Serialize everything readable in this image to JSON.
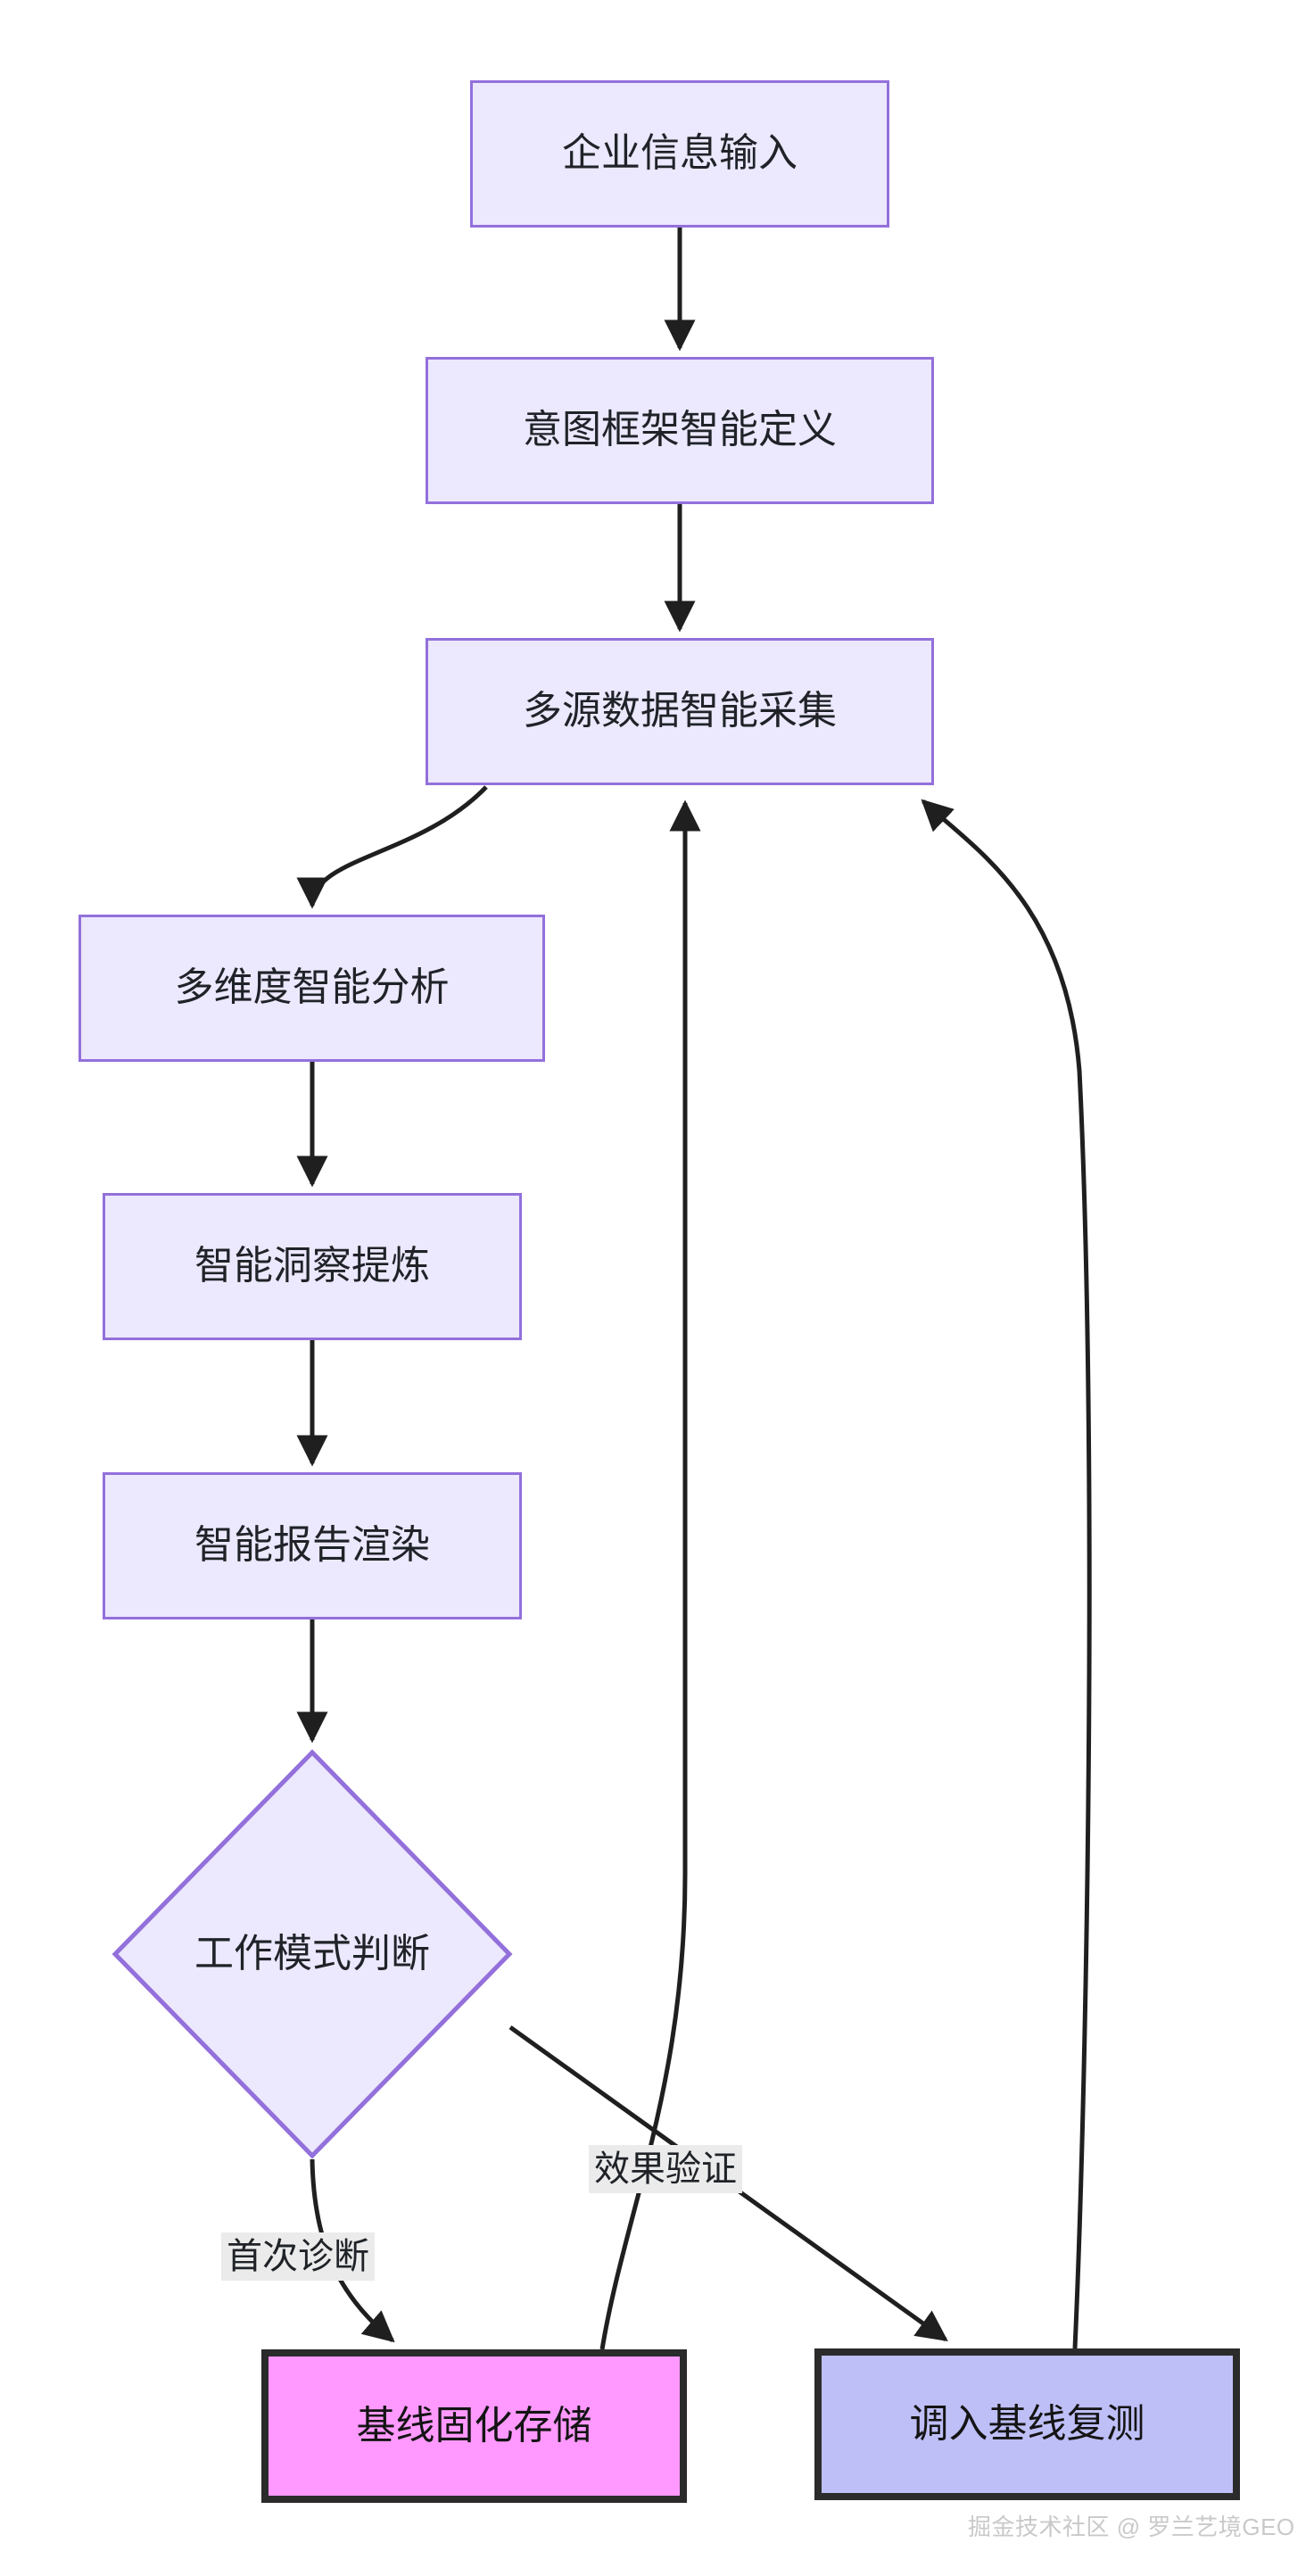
{
  "diagram": {
    "type": "flowchart",
    "direction": "top-down",
    "title": "",
    "background_color": "#ffffff",
    "styles": {
      "process_fill": "#ECE8FD",
      "process_stroke": "#9370DB",
      "terminal_pink_fill": "#FF99FF",
      "terminal_blue_fill": "#BFBFF8",
      "terminal_stroke": "#2b2b2b",
      "edge_color": "#1f1f1f",
      "edge_label_bg": "#EBEBEB",
      "text_color": "#1f2328"
    },
    "nodes": [
      {
        "id": "n1",
        "label": "企业信息输入",
        "shape": "rect",
        "style": "process"
      },
      {
        "id": "n2",
        "label": "意图框架智能定义",
        "shape": "rect",
        "style": "process"
      },
      {
        "id": "n3",
        "label": "多源数据智能采集",
        "shape": "rect",
        "style": "process"
      },
      {
        "id": "n4",
        "label": "多维度智能分析",
        "shape": "rect",
        "style": "process"
      },
      {
        "id": "n5",
        "label": "智能洞察提炼",
        "shape": "rect",
        "style": "process"
      },
      {
        "id": "n6",
        "label": "智能报告渲染",
        "shape": "rect",
        "style": "process"
      },
      {
        "id": "n7",
        "label": "工作模式判断",
        "shape": "diamond",
        "style": "process"
      },
      {
        "id": "n8",
        "label": "基线固化存储",
        "shape": "rect",
        "style": "terminal_pink"
      },
      {
        "id": "n9",
        "label": "调入基线复测",
        "shape": "rect",
        "style": "terminal_blue"
      }
    ],
    "edges": [
      {
        "from": "n1",
        "to": "n2",
        "label": ""
      },
      {
        "from": "n2",
        "to": "n3",
        "label": ""
      },
      {
        "from": "n3",
        "to": "n4",
        "label": ""
      },
      {
        "from": "n4",
        "to": "n5",
        "label": ""
      },
      {
        "from": "n5",
        "to": "n6",
        "label": ""
      },
      {
        "from": "n6",
        "to": "n7",
        "label": ""
      },
      {
        "from": "n7",
        "to": "n8",
        "label": "首次诊断"
      },
      {
        "from": "n7",
        "to": "n9",
        "label": "效果验证"
      },
      {
        "from": "n8",
        "to": "n3",
        "label": ""
      },
      {
        "from": "n9",
        "to": "n3",
        "label": ""
      }
    ],
    "edge_labels": [
      {
        "id": "el1",
        "text": "首次诊断"
      },
      {
        "id": "el2",
        "text": "效果验证"
      }
    ]
  },
  "watermark": {
    "text": "掘金技术社区 @ 罗兰艺境GEO"
  }
}
